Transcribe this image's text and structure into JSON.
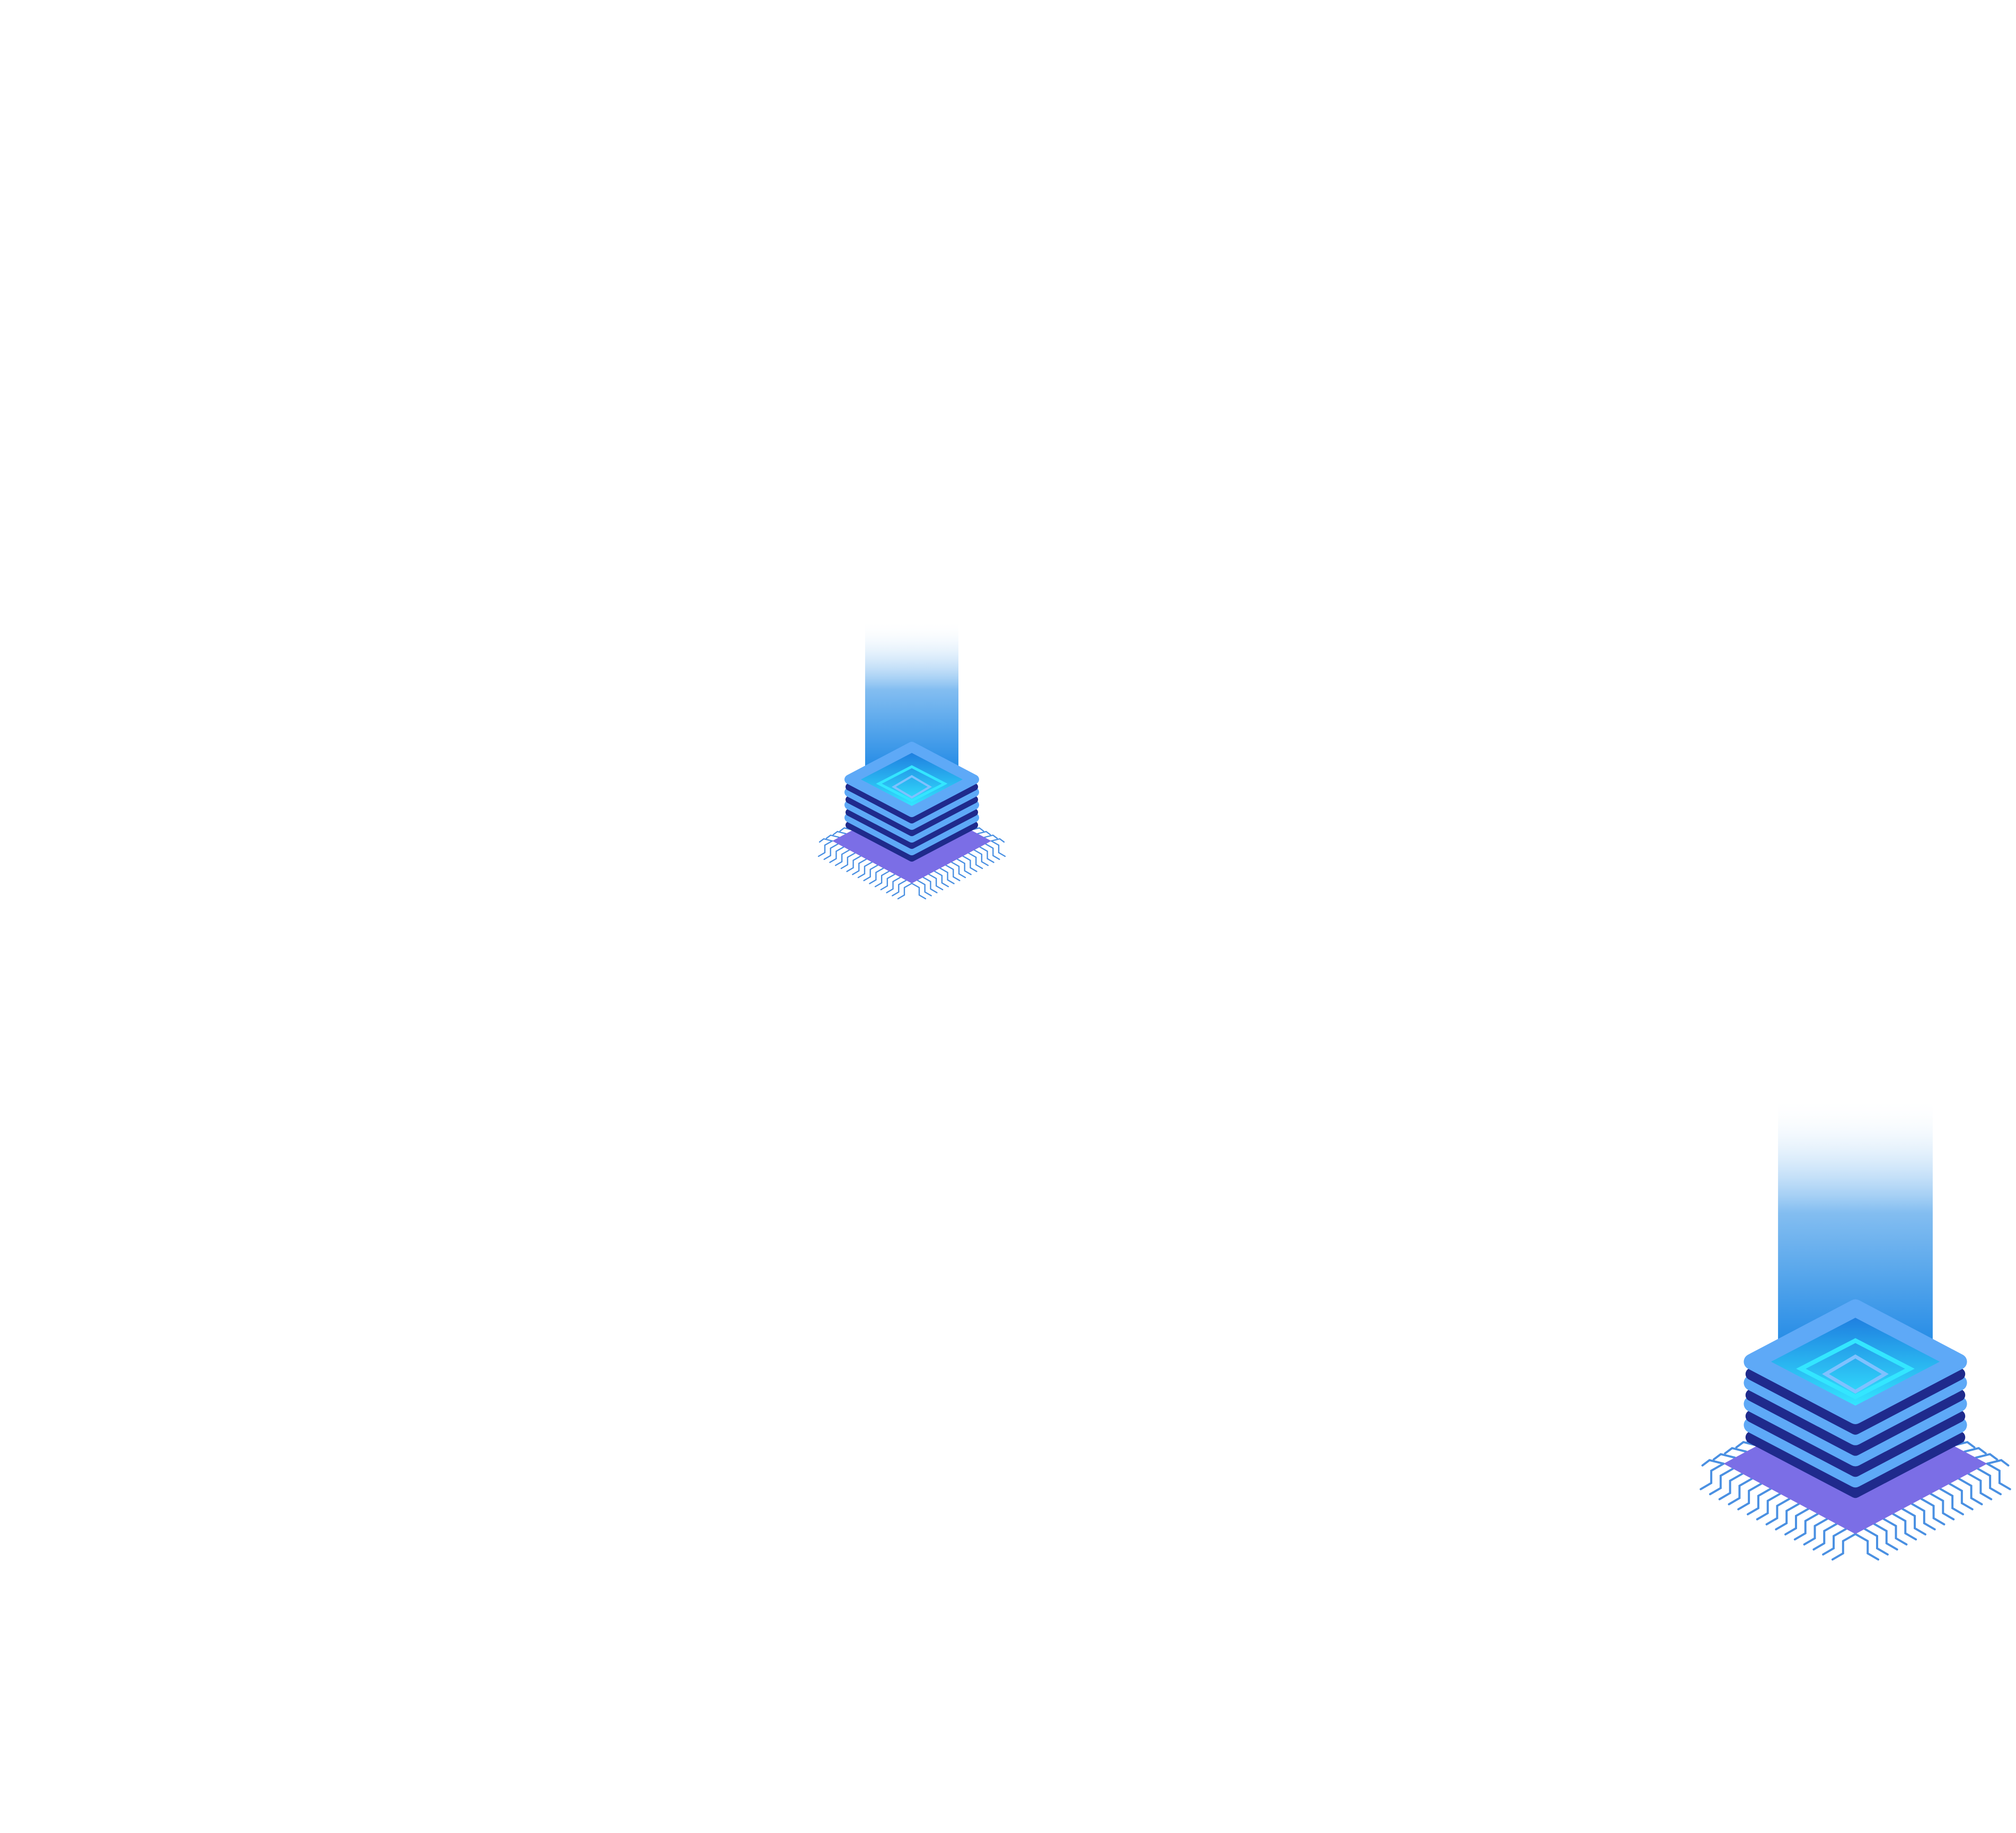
{
  "scene": {
    "background_color": "#ffffff",
    "illustrations": [
      {
        "id": "chip-small",
        "icon": "stacked-chip-icon",
        "layers": 4
      },
      {
        "id": "chip-large",
        "icon": "stacked-chip-icon",
        "layers": 4
      }
    ]
  },
  "palette": {
    "beam_top": "#ffffff",
    "beam_bottom": "#1e88e5",
    "layer_light": "#5ea9f7",
    "layer_dark": "#1f2a8c",
    "layer_highlight": "#7fc1ff",
    "core_cyan": "#33e6ff",
    "core_blue": "#1f7fe0",
    "base_purple": "#7b6ee6",
    "pins": "#4a90e2"
  }
}
